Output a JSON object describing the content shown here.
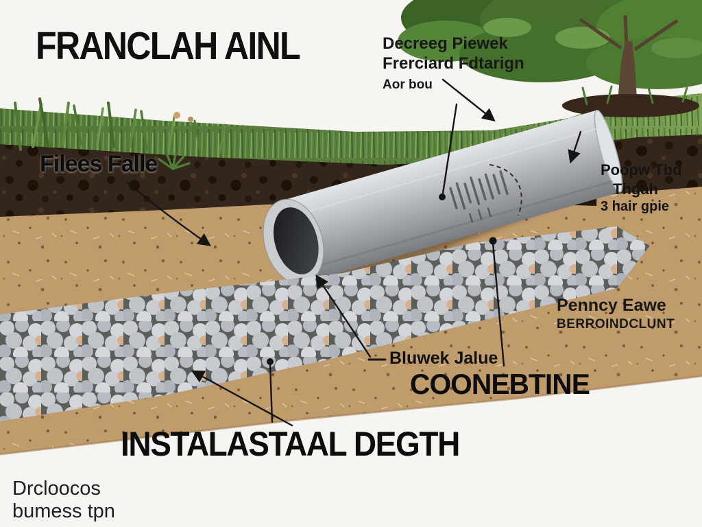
{
  "title": "FRANCLAH AINL",
  "labels": {
    "grass_label": "Filees Falle",
    "pipe_top_label": {
      "line1": "Decreeg Piewek",
      "line2": "Frerciard Fdtarign",
      "line3": "Aor bou"
    },
    "pipe_right_label": {
      "line1": "Poopw Tbd",
      "line2": "Thgah",
      "line3": "3 hair gpie"
    },
    "backfill_label": {
      "line1": "Penncy Eawe",
      "line2": "BERROINDCLUNT"
    },
    "pipe_under_label": "Bluwek Jalue",
    "gravel_label": "COONEBTINE",
    "depth_label": "INSTALASTAAL DEGTH",
    "corner_note": {
      "line1": "Drcloocos",
      "line2": "bumess tpn"
    }
  },
  "colors": {
    "background": "#f6f5f1",
    "grass_green": "#5d8140",
    "topsoil_brown": "#34261a",
    "subsoil_tan": "#c09b6c",
    "pipe_gray": "#b2b6ba",
    "gravel_gray": "#c6cad0",
    "leader_black": "#151515",
    "foliage_green": "#466f2e"
  }
}
